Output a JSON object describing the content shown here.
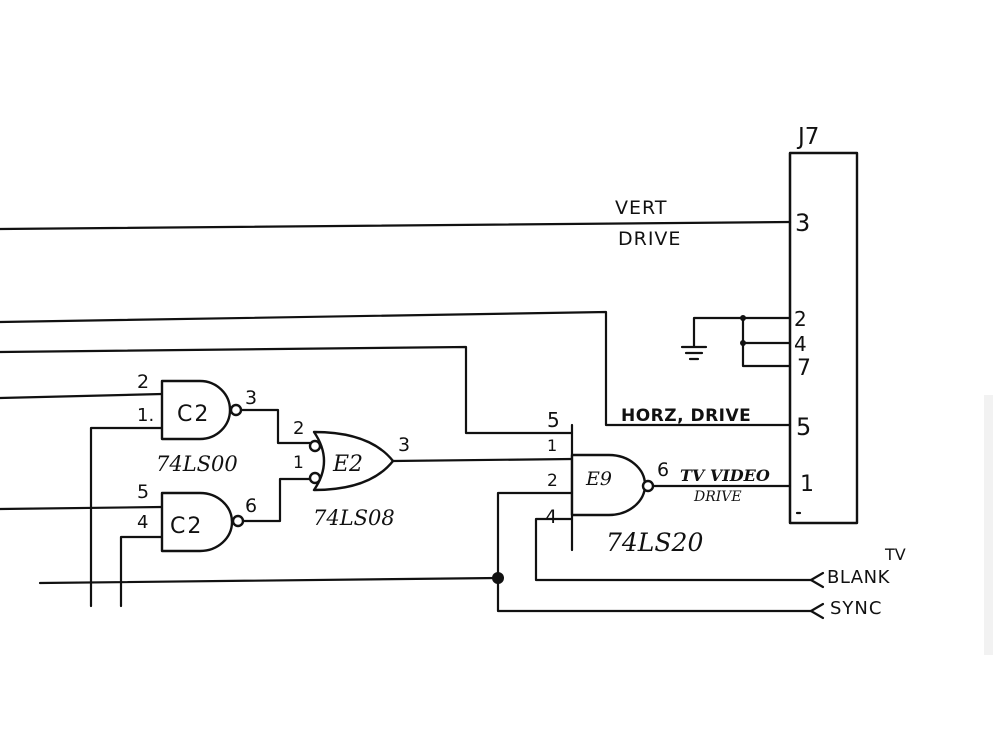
{
  "connector": {
    "name": "J7",
    "pins": [
      "3",
      "2",
      "4",
      "7",
      "5",
      "1"
    ]
  },
  "signals": {
    "vert_drive_1": "VERT",
    "vert_drive_2": "DRIVE",
    "horz_drive": "HORZ, DRIVE",
    "tv_video_1": "TV VIDEO",
    "tv_video_2": "DRIVE",
    "tv_label": "TV",
    "blank": "BLANK",
    "sync": "SYNC"
  },
  "gates": {
    "c2_top": {
      "label": "C2",
      "pin_in_a": "2",
      "pin_in_b": "1.",
      "pin_out": "3"
    },
    "c2_bottom": {
      "label": "C2",
      "pin_in_a": "5",
      "pin_in_b": "4",
      "pin_out": "6"
    },
    "c2_part": "74LS00",
    "e2": {
      "label": "E2",
      "pin_in_a": "2",
      "pin_in_b": "1",
      "pin_out": "3",
      "part": "74LS08"
    },
    "e9": {
      "label": "E9",
      "pin_vcc": "5",
      "pin_1": "1",
      "pin_2": "2",
      "pin_4": "4",
      "pin_out": "6",
      "part": "74LS20"
    }
  }
}
